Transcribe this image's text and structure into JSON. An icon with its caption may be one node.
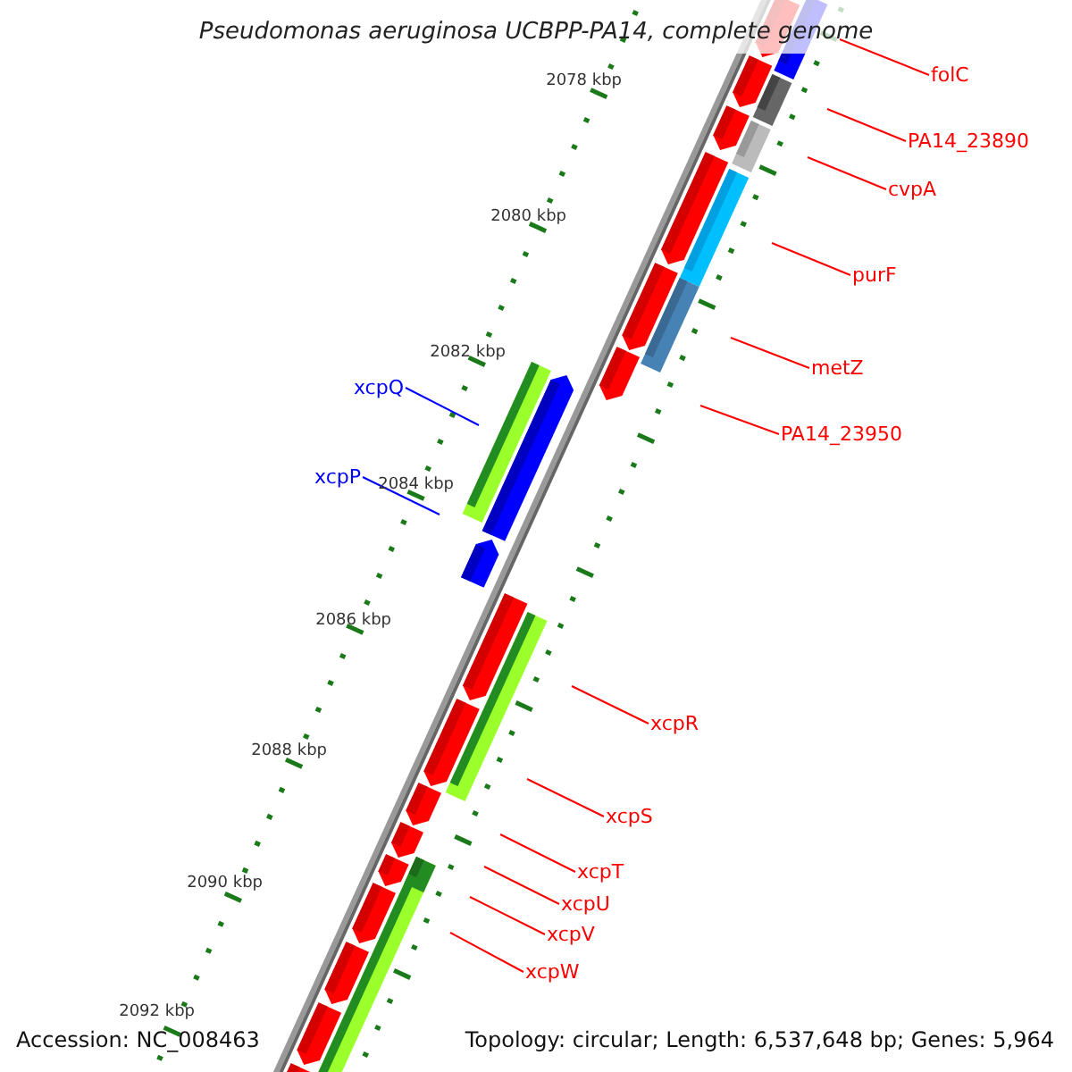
{
  "diagram": {
    "title": "Pseudomonas aeruginosa UCBPP-PA14, complete genome",
    "nodes": [
      {
        "text": [
          "folC"
        ]
      },
      {
        "text": [
          "PA14_23890"
        ]
      },
      {
        "text": [
          "cvpA"
        ]
      },
      {
        "text": [
          "purF"
        ]
      },
      {
        "text": [
          "metZ"
        ]
      },
      {
        "text": [
          "PA14_23950"
        ]
      },
      {
        "text": [
          "xcpQ"
        ]
      },
      {
        "text": [
          "xcpP"
        ]
      },
      {
        "text": [
          "xcpR"
        ]
      },
      {
        "text": [
          "xcpS"
        ]
      },
      {
        "text": [
          "xcpT"
        ]
      },
      {
        "text": [
          "xcpU"
        ]
      },
      {
        "text": [
          "xcpV"
        ]
      },
      {
        "text": [
          "xcpW"
        ]
      }
    ],
    "edges": [
      {
        "from": 0,
        "to": null,
        "arrow": "none"
      },
      {
        "from": 1,
        "to": null,
        "arrow": "none"
      },
      {
        "from": 2,
        "to": null,
        "arrow": "none"
      },
      {
        "from": 3,
        "to": null,
        "arrow": "none"
      },
      {
        "from": 4,
        "to": null,
        "arrow": "none"
      },
      {
        "from": 5,
        "to": null,
        "arrow": "none"
      },
      {
        "from": 6,
        "to": null,
        "arrow": "none",
        "color": "#0000ff"
      },
      {
        "from": 7,
        "to": null,
        "arrow": "none",
        "color": "#0000ff"
      },
      {
        "from": 8,
        "to": null,
        "arrow": "none"
      },
      {
        "from": 9,
        "to": null,
        "arrow": "none"
      },
      {
        "from": 10,
        "to": null,
        "arrow": "none"
      },
      {
        "from": 11,
        "to": null,
        "arrow": "none"
      },
      {
        "from": 12,
        "to": null,
        "arrow": "none"
      },
      {
        "from": 13,
        "to": null,
        "arrow": "none"
      }
    ],
    "labels": [
      "2078 kbp",
      "2080 kbp",
      "2082 kbp",
      "2084 kbp",
      "2086 kbp",
      "2088 kbp",
      "2090 kbp",
      "2092 kbp",
      "Accession: NC_008463",
      "Topology: circular; Length: 6,537,648 bp; Genes: 5,964"
    ]
  }
}
